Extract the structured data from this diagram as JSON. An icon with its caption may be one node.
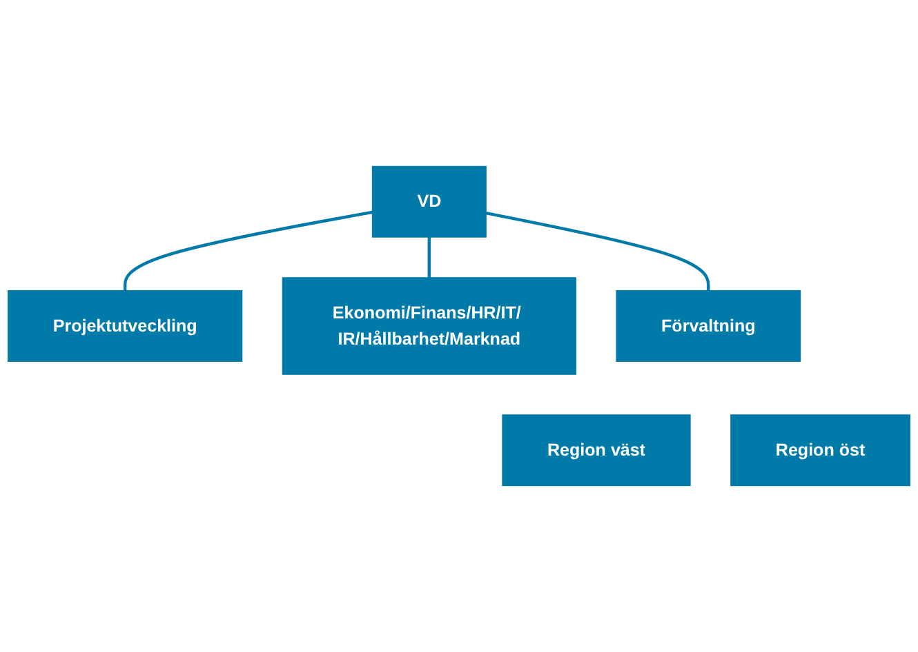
{
  "diagram": {
    "nodes": [
      {
        "text": [
          "VD"
        ]
      },
      {
        "text": [
          "Projektutveckling"
        ]
      },
      {
        "text": [
          "Ekonomi/Finans/HR/IT/ IR/Hållbarhet/Marknad"
        ]
      },
      {
        "text": [
          "Förvaltning"
        ]
      },
      {
        "text": [
          "Region väst"
        ]
      },
      {
        "text": [
          "Region öst"
        ]
      }
    ],
    "edges": [
      {
        "from": 0,
        "to": 1,
        "arrow": "none"
      },
      {
        "from": 0,
        "to": 2,
        "arrow": "none"
      },
      {
        "from": 0,
        "to": 3,
        "arrow": "none"
      }
    ]
  }
}
